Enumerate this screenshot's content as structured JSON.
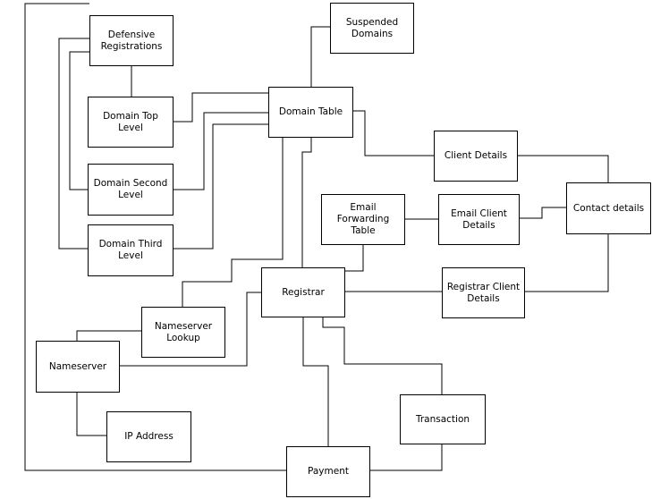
{
  "nodes": {
    "defensive_registrations": "Defensive\nRegistrations",
    "suspended_domains": "Suspended\nDomains",
    "domain_top_level": "Domain Top\nLevel",
    "domain_table": "Domain Table",
    "client_details": "Client Details",
    "domain_second_level": "Domain Second\nLevel",
    "email_forwarding_table": "Email Forwarding\nTable",
    "email_client_details": "Email Client\nDetails",
    "contact_details": "Contact details",
    "domain_third_level": "Domain Third\nLevel",
    "registrar": "Registrar",
    "registrar_client_details": "Registrar Client\nDetails",
    "nameserver_lookup": "Nameserver\nLookup",
    "nameserver": "Nameserver",
    "transaction": "Transaction",
    "ip_address": "IP Address",
    "payment": "Payment"
  }
}
